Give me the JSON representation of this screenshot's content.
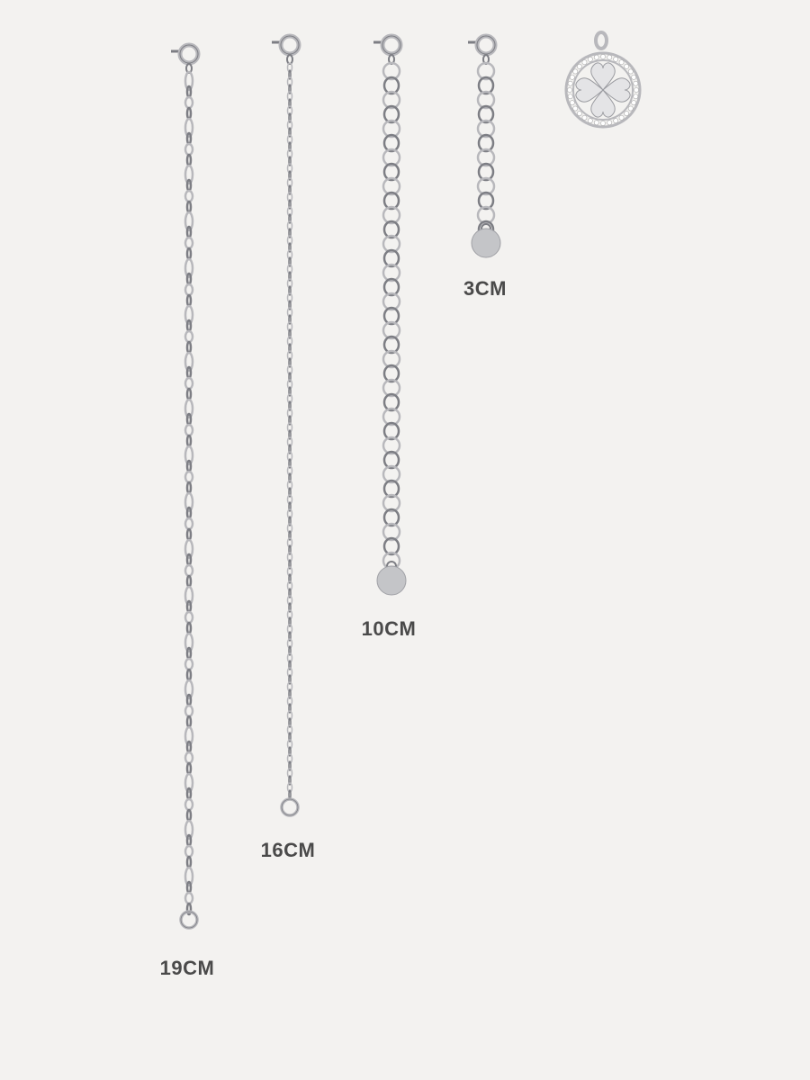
{
  "products": [
    {
      "name": "19cm-extender",
      "label": "19CM",
      "style": "figaro",
      "end": "ring"
    },
    {
      "name": "16cm-extender",
      "label": "16CM",
      "style": "cable-fine",
      "end": "ring"
    },
    {
      "name": "10cm-extender",
      "label": "10CM",
      "style": "rolo",
      "end": "tag"
    },
    {
      "name": "3cm-extender",
      "label": "3CM",
      "style": "rolo",
      "end": "tag"
    }
  ],
  "colors": {
    "background": "#f3f2f0",
    "metal": "#b8b8bc",
    "metal_dark": "#7d7e84",
    "text": "#4a4a4a"
  }
}
